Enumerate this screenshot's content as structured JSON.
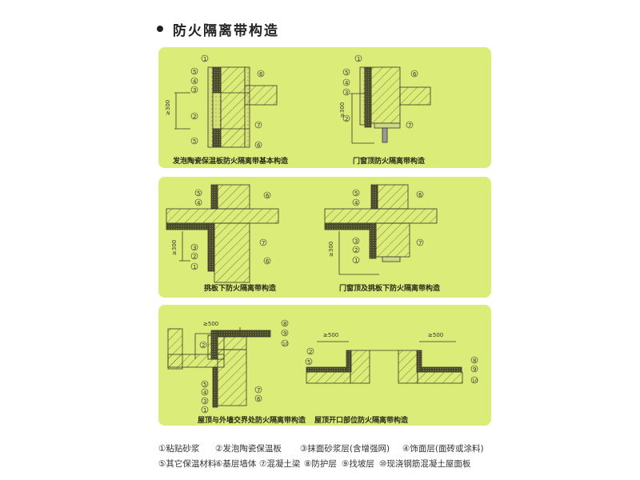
{
  "title": "防火隔离带构造",
  "colors": {
    "panel_bg": "#dbec78",
    "line": "#3a3a2a",
    "insulation": "#4a4a2e",
    "hatch": "#5a6030"
  },
  "panels": [
    {
      "diagrams": [
        {
          "caption": "发泡陶瓷保温板防火隔离带基本构造",
          "dimension": "≥300",
          "labels": [
            "①",
            "⑤",
            "④",
            "③",
            "②",
            "⑤",
            "⑥",
            "⑦",
            "⑥"
          ]
        },
        {
          "caption": "门窗顶防火隔离带构造",
          "dimension": "≥300",
          "labels": [
            "①",
            "⑤",
            "④",
            "③",
            "②",
            "⑥",
            "⑦"
          ]
        }
      ]
    },
    {
      "diagrams": [
        {
          "caption": "挑板下防火隔离带构造",
          "dimension": "≥300",
          "labels": [
            "⑤",
            "④",
            "③",
            "②",
            "①",
            "⑥",
            "⑦",
            "⑥"
          ]
        },
        {
          "caption": "门窗顶及挑板下防火隔离带构造",
          "dimension": "≥300",
          "labels": [
            "⑤",
            "④",
            "③",
            "②",
            "①",
            "⑥",
            "⑦"
          ]
        }
      ]
    },
    {
      "diagrams": [
        {
          "caption": "屋顶与外墙交界处防火隔离带构造",
          "dimension": "≥500",
          "labels": [
            "②",
            "⑧",
            "⑨",
            "⑩",
            "⑤",
            "④",
            "③",
            "①",
            "⑦",
            "⑥"
          ]
        },
        {
          "caption": "屋顶开口部位防火隔离带构造",
          "dimension_left": "≥500",
          "dimension_right": "≥500",
          "labels": [
            "②",
            "⑤",
            "⑧",
            "⑨",
            "⑩"
          ]
        }
      ]
    }
  ],
  "legend": {
    "row1": [
      "①粘贴砂浆",
      "②发泡陶瓷保温板",
      "③抹面砂浆层(含增强网)",
      "④饰面层(面砖或涂料)"
    ],
    "row2": [
      "⑤其它保温材料",
      "⑥基层墙体",
      "⑦混凝土梁",
      "⑧防护层",
      "⑨找坡层",
      "⑩现浇钢筋混凝土屋面板"
    ]
  }
}
